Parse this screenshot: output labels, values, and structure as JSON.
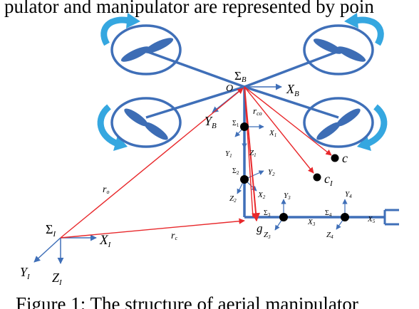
{
  "paper": {
    "top_text": "pulator and manipulator are represented by poin",
    "caption": "Figure 1: The structure of aerial manipulator"
  },
  "figure": {
    "colors": {
      "frame": "#3f6fb8",
      "vector": "#e8282b",
      "rotor": "#35a7e0",
      "prop": "#3d6db5",
      "joint": "#000000"
    },
    "labels": {
      "sigma_b": "Σ",
      "sigma_b_sub": "B",
      "origin": "O",
      "x_b": "X",
      "x_b_sub": "B",
      "y_b": "Y",
      "y_b_sub": "B",
      "r_co": "r",
      "r_co_sub": "co",
      "sigma_i": "Σ",
      "sigma_i_sub": "I",
      "x_i": "X",
      "x_i_sub": "I",
      "y_i": "Y",
      "y_i_sub": "I",
      "z_i": "Z",
      "z_i_sub": "I",
      "r_o": "r",
      "r_o_sub": "o",
      "r_c": "r",
      "r_c_sub": "c",
      "point_c": "c",
      "point_ci": "c",
      "point_ci_sub": "I",
      "point_g": "g",
      "s1": "Σ",
      "s1_sub": "1",
      "x1": "X",
      "x1_sub": "1",
      "y1": "Y",
      "y1_sub": "1",
      "z1": "Z",
      "z1_sub": "1",
      "s2": "Σ",
      "s2_sub": "2",
      "x2": "X",
      "x2_sub": "2",
      "y2": "Y",
      "y2_sub": "2",
      "z2": "Z",
      "z2_sub": "2",
      "s3": "Σ",
      "s3_sub": "3",
      "x3": "X",
      "x3_sub": "3",
      "y3": "Y",
      "y3_sub": "3",
      "z3": "Z",
      "z3_sub": "3",
      "s4": "Σ",
      "s4_sub": "4",
      "x4": "X",
      "x4_sub": "4",
      "y4": "Y",
      "y4_sub": "4",
      "z4": "Z",
      "z4_sub": "4",
      "x5": "X",
      "x5_sub": "5"
    }
  }
}
